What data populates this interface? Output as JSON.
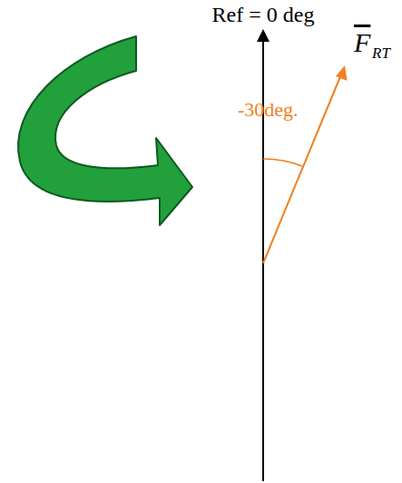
{
  "diagram": {
    "labels": [
      "Ref = 0 deg",
      "-30deg.",
      "F",
      "RT"
    ]
  }
}
